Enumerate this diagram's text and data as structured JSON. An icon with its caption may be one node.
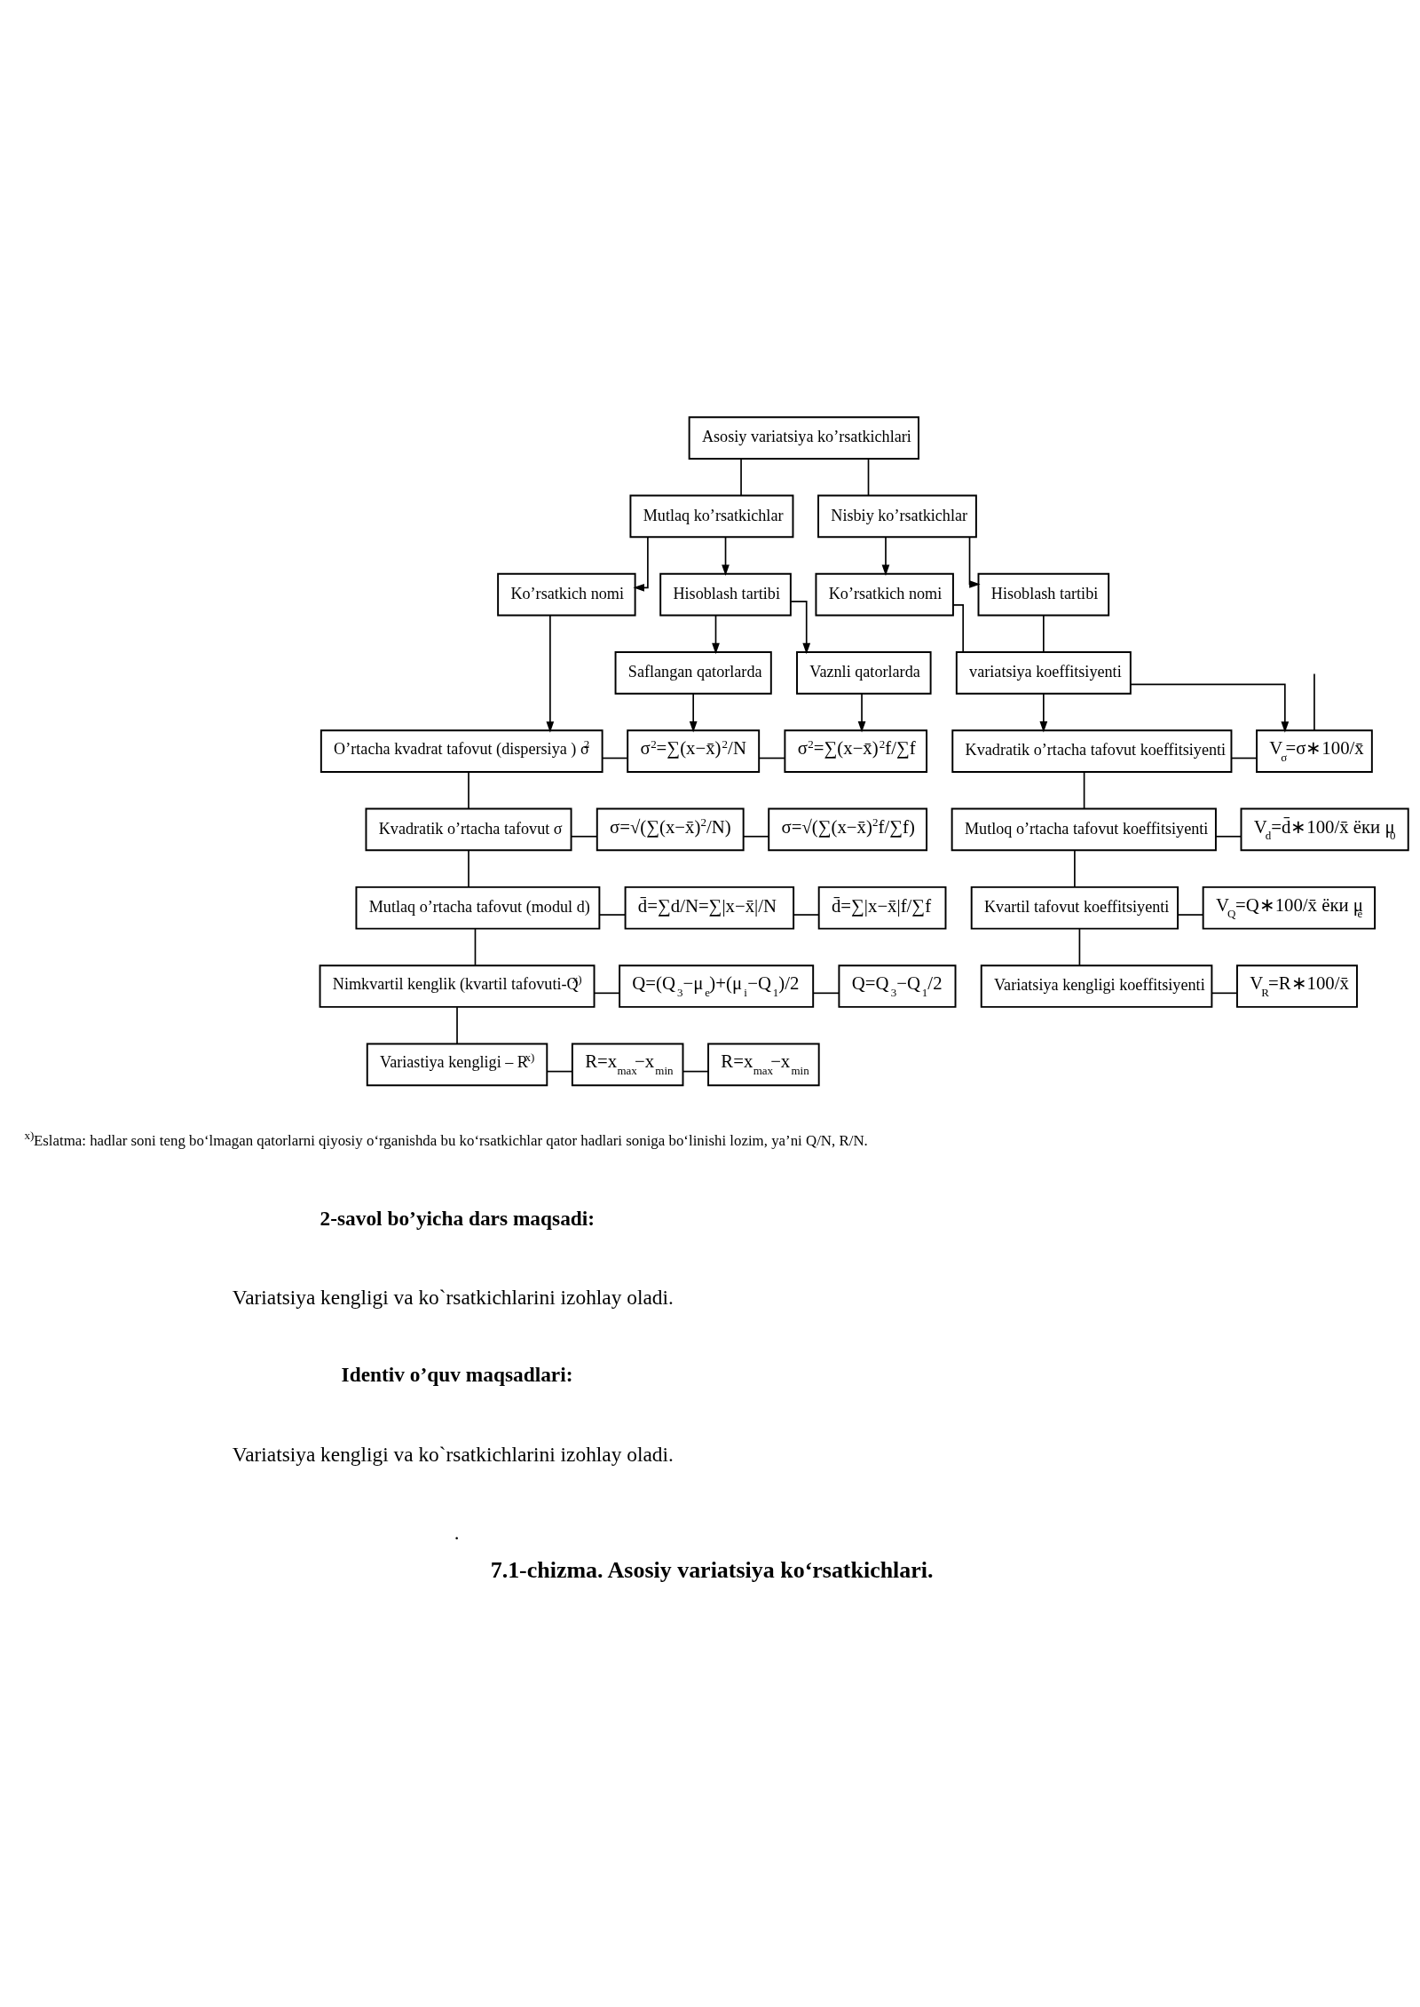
{
  "diagram": {
    "caption": "7.1-chizma. Asosiy variatsiya ko‘rsatkichlari.",
    "nodes": [
      {
        "text": [
          "Asosiy variatsiya ko’rsatkichlari"
        ]
      },
      {
        "text": [
          "Mutlaq ko’rsatkichlar"
        ]
      },
      {
        "text": [
          "Nisbiy ko’rsatkichlar"
        ]
      },
      {
        "text": [
          "Ko’rsatkich nomi"
        ]
      },
      {
        "text": [
          "Hisoblash tartibi"
        ]
      },
      {
        "text": [
          "Ko’rsatkich nomi"
        ]
      },
      {
        "text": [
          "Hisoblash tartibi"
        ]
      },
      {
        "text": [
          "Saflangan qatorlarda"
        ]
      },
      {
        "text": [
          "Vaznli qatorlarda"
        ]
      },
      {
        "text": [
          "variatsiya koeffitsiyenti"
        ]
      },
      {
        "text": [
          "O’rtacha kvadrat tafovut (dispersiya ) σ$^{2}$"
        ]
      },
      {
        "text": [
          "σ$^{2}$=∑(x−x̄)$^{2}$/N"
        ]
      },
      {
        "text": [
          "σ$^{2}$=∑(x−x̄)$^{2}$f/∑f"
        ]
      },
      {
        "text": [
          "Kvadratik o’rtacha tafovut koeffitsiyenti"
        ]
      },
      {
        "text": [
          "V$_{σ}$=σ∗100/x̄"
        ]
      },
      {
        "text": [
          "Kvadratik o’rtacha tafovut σ"
        ]
      },
      {
        "text": [
          "σ=√(∑(x−x̄)$^{2}$/N)"
        ]
      },
      {
        "text": [
          "σ=√(∑(x−x̄)$^{2}$f/∑f)"
        ]
      },
      {
        "text": [
          "Mutloq o’rtacha tafovut koeffitsiyenti"
        ]
      },
      {
        "text": [
          "V$_{d}$=d̄∗100/x̄ ёки μ$_{0}$"
        ]
      },
      {
        "text": [
          "Mutlaq o’rtacha tafovut (modul d)"
        ]
      },
      {
        "text": [
          "d̄=∑d/N=∑|x−x̄|/N"
        ]
      },
      {
        "text": [
          "d̄=∑|x−x̄|f/∑f"
        ]
      },
      {
        "text": [
          "Kvartil tafovut koeffitsiyenti"
        ]
      },
      {
        "text": [
          "V$_{Q}$=Q∗100/x̄ ёки μ$_{e}$"
        ]
      },
      {
        "text": [
          "Nimkvartil kenglik (kvartil tafovuti-Q$^{x)}$"
        ]
      },
      {
        "text": [
          "Q=(Q$_{3}$−μ$_{e}$)+(μ$_{i}$−Q$_{1}$)/2"
        ]
      },
      {
        "text": [
          "Q=Q$_{3}$−Q$_{1}$/2"
        ]
      },
      {
        "text": [
          "Variatsiya kengligi koeffitsiyenti"
        ]
      },
      {
        "text": [
          "V$_{R}$=R∗100/x̄"
        ]
      },
      {
        "text": [
          "Variastiya kengligi – R$^{x)}$"
        ]
      },
      {
        "text": [
          "R=x$_{max}$−x$_{min}$"
        ]
      },
      {
        "text": [
          "R=x$_{max}$−x$_{min}$"
        ]
      }
    ],
    "edges": [
      {
        "from": 0,
        "to": 1,
        "arrow": "none"
      },
      {
        "from": 0,
        "to": 2,
        "arrow": "none"
      },
      {
        "from": 1,
        "to": 3,
        "arrow": "to"
      },
      {
        "from": 1,
        "to": 4,
        "arrow": "to"
      },
      {
        "from": 2,
        "to": 5,
        "arrow": "to"
      },
      {
        "from": 2,
        "to": 6,
        "arrow": "to"
      },
      {
        "from": 4,
        "to": 7,
        "arrow": "to"
      },
      {
        "from": 4,
        "to": 8,
        "arrow": "to"
      },
      {
        "from": 5,
        "to": 9,
        "arrow": "none"
      },
      {
        "from": 6,
        "to": 9,
        "arrow": "none"
      },
      {
        "from": 3,
        "to": 10,
        "arrow": "to"
      },
      {
        "from": 7,
        "to": 11,
        "arrow": "to"
      },
      {
        "from": 8,
        "to": 12,
        "arrow": "to"
      },
      {
        "from": 9,
        "to": 13,
        "arrow": "to"
      },
      {
        "from": 9,
        "to": 14,
        "arrow": "to"
      },
      {
        "from": null,
        "to": 14,
        "arrow": "none"
      },
      {
        "from": 10,
        "to": 11,
        "arrow": "none"
      },
      {
        "from": 11,
        "to": 12,
        "arrow": "none"
      },
      {
        "from": 13,
        "to": 14,
        "arrow": "none"
      },
      {
        "from": 10,
        "to": 15,
        "arrow": "none"
      },
      {
        "from": 15,
        "to": 16,
        "arrow": "none"
      },
      {
        "from": 16,
        "to": 17,
        "arrow": "none"
      },
      {
        "from": 13,
        "to": 18,
        "arrow": "none"
      },
      {
        "from": 18,
        "to": 19,
        "arrow": "none"
      },
      {
        "from": 15,
        "to": 20,
        "arrow": "none"
      },
      {
        "from": 20,
        "to": 21,
        "arrow": "none"
      },
      {
        "from": 21,
        "to": 22,
        "arrow": "none"
      },
      {
        "from": 18,
        "to": 23,
        "arrow": "none"
      },
      {
        "from": 23,
        "to": 24,
        "arrow": "none"
      },
      {
        "from": 20,
        "to": 25,
        "arrow": "none"
      },
      {
        "from": 25,
        "to": 26,
        "arrow": "none"
      },
      {
        "from": 26,
        "to": 27,
        "arrow": "none"
      },
      {
        "from": 23,
        "to": 28,
        "arrow": "none"
      },
      {
        "from": 28,
        "to": 29,
        "arrow": "none"
      },
      {
        "from": 25,
        "to": 30,
        "arrow": "none"
      },
      {
        "from": 30,
        "to": 31,
        "arrow": "none"
      },
      {
        "from": 31,
        "to": 32,
        "arrow": "none"
      }
    ],
    "labels": [
      "$^{x)}$Eslatma: hadlar soni teng bo‘lmagan qatorlarni qiyosiy o‘rganishda bu ko‘rsatkichlar qator hadlari soniga bo‘linishi lozim, ya’ni Q/N, R/N.",
      "2-savol bo’yicha dars maqsadi:",
      "Variatsiya kengligi va ko`rsatkichlarini izohlay oladi.",
      "Identiv o’quv maqsadlari:",
      "Variatsiya kengligi va ko`rsatkichlarini izohlay oladi.",
      "."
    ]
  }
}
